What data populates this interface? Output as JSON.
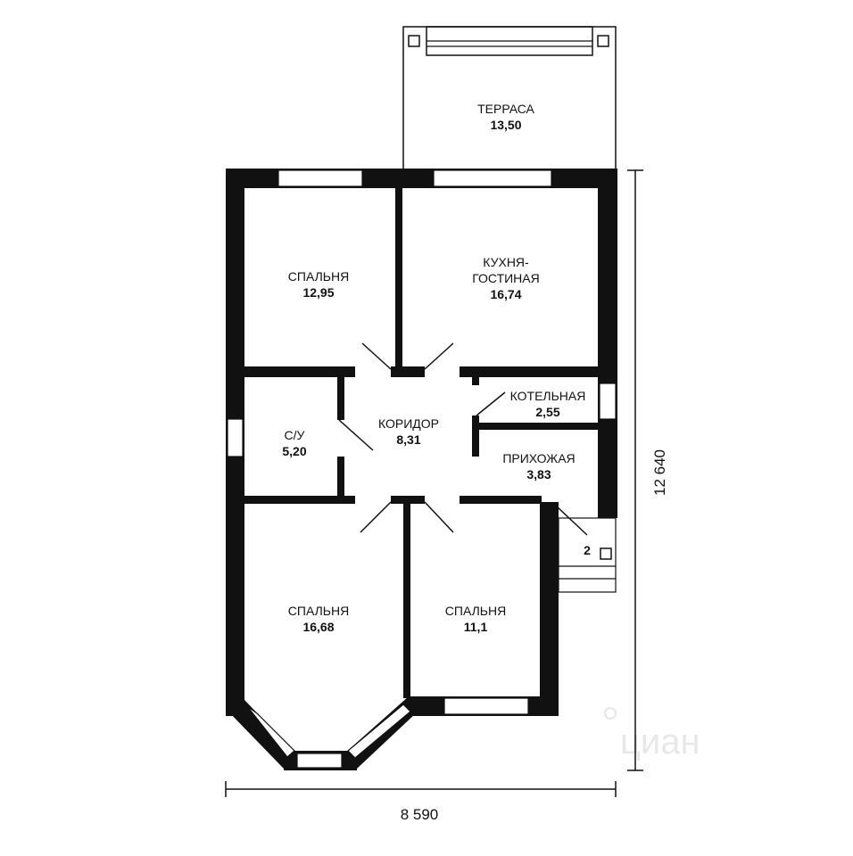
{
  "rooms": {
    "terrace": {
      "name": "ТЕРРАСА",
      "area": "13,50"
    },
    "bedroom_top": {
      "name": "СПАЛЬНЯ",
      "area": "12,95"
    },
    "kitchen": {
      "name_line1": "КУХНЯ-",
      "name_line2": "ГОСТИНАЯ",
      "area": "16,74"
    },
    "boiler": {
      "name": "КОТЕЛЬНАЯ",
      "area": "2,55"
    },
    "corridor": {
      "name": "КОРИДОР",
      "area": "8,31"
    },
    "bathroom": {
      "name": "С/У",
      "area": "5,20"
    },
    "hall": {
      "name": "ПРИХОЖАЯ",
      "area": "3,83"
    },
    "bedroom_bl": {
      "name": "СПАЛЬНЯ",
      "area": "16,68"
    },
    "bedroom_br": {
      "name": "СПАЛЬНЯ",
      "area": "11,1"
    }
  },
  "porch": {
    "label": "2"
  },
  "dimensions": {
    "width": "8 590",
    "height": "12 640"
  },
  "watermark": "циан"
}
